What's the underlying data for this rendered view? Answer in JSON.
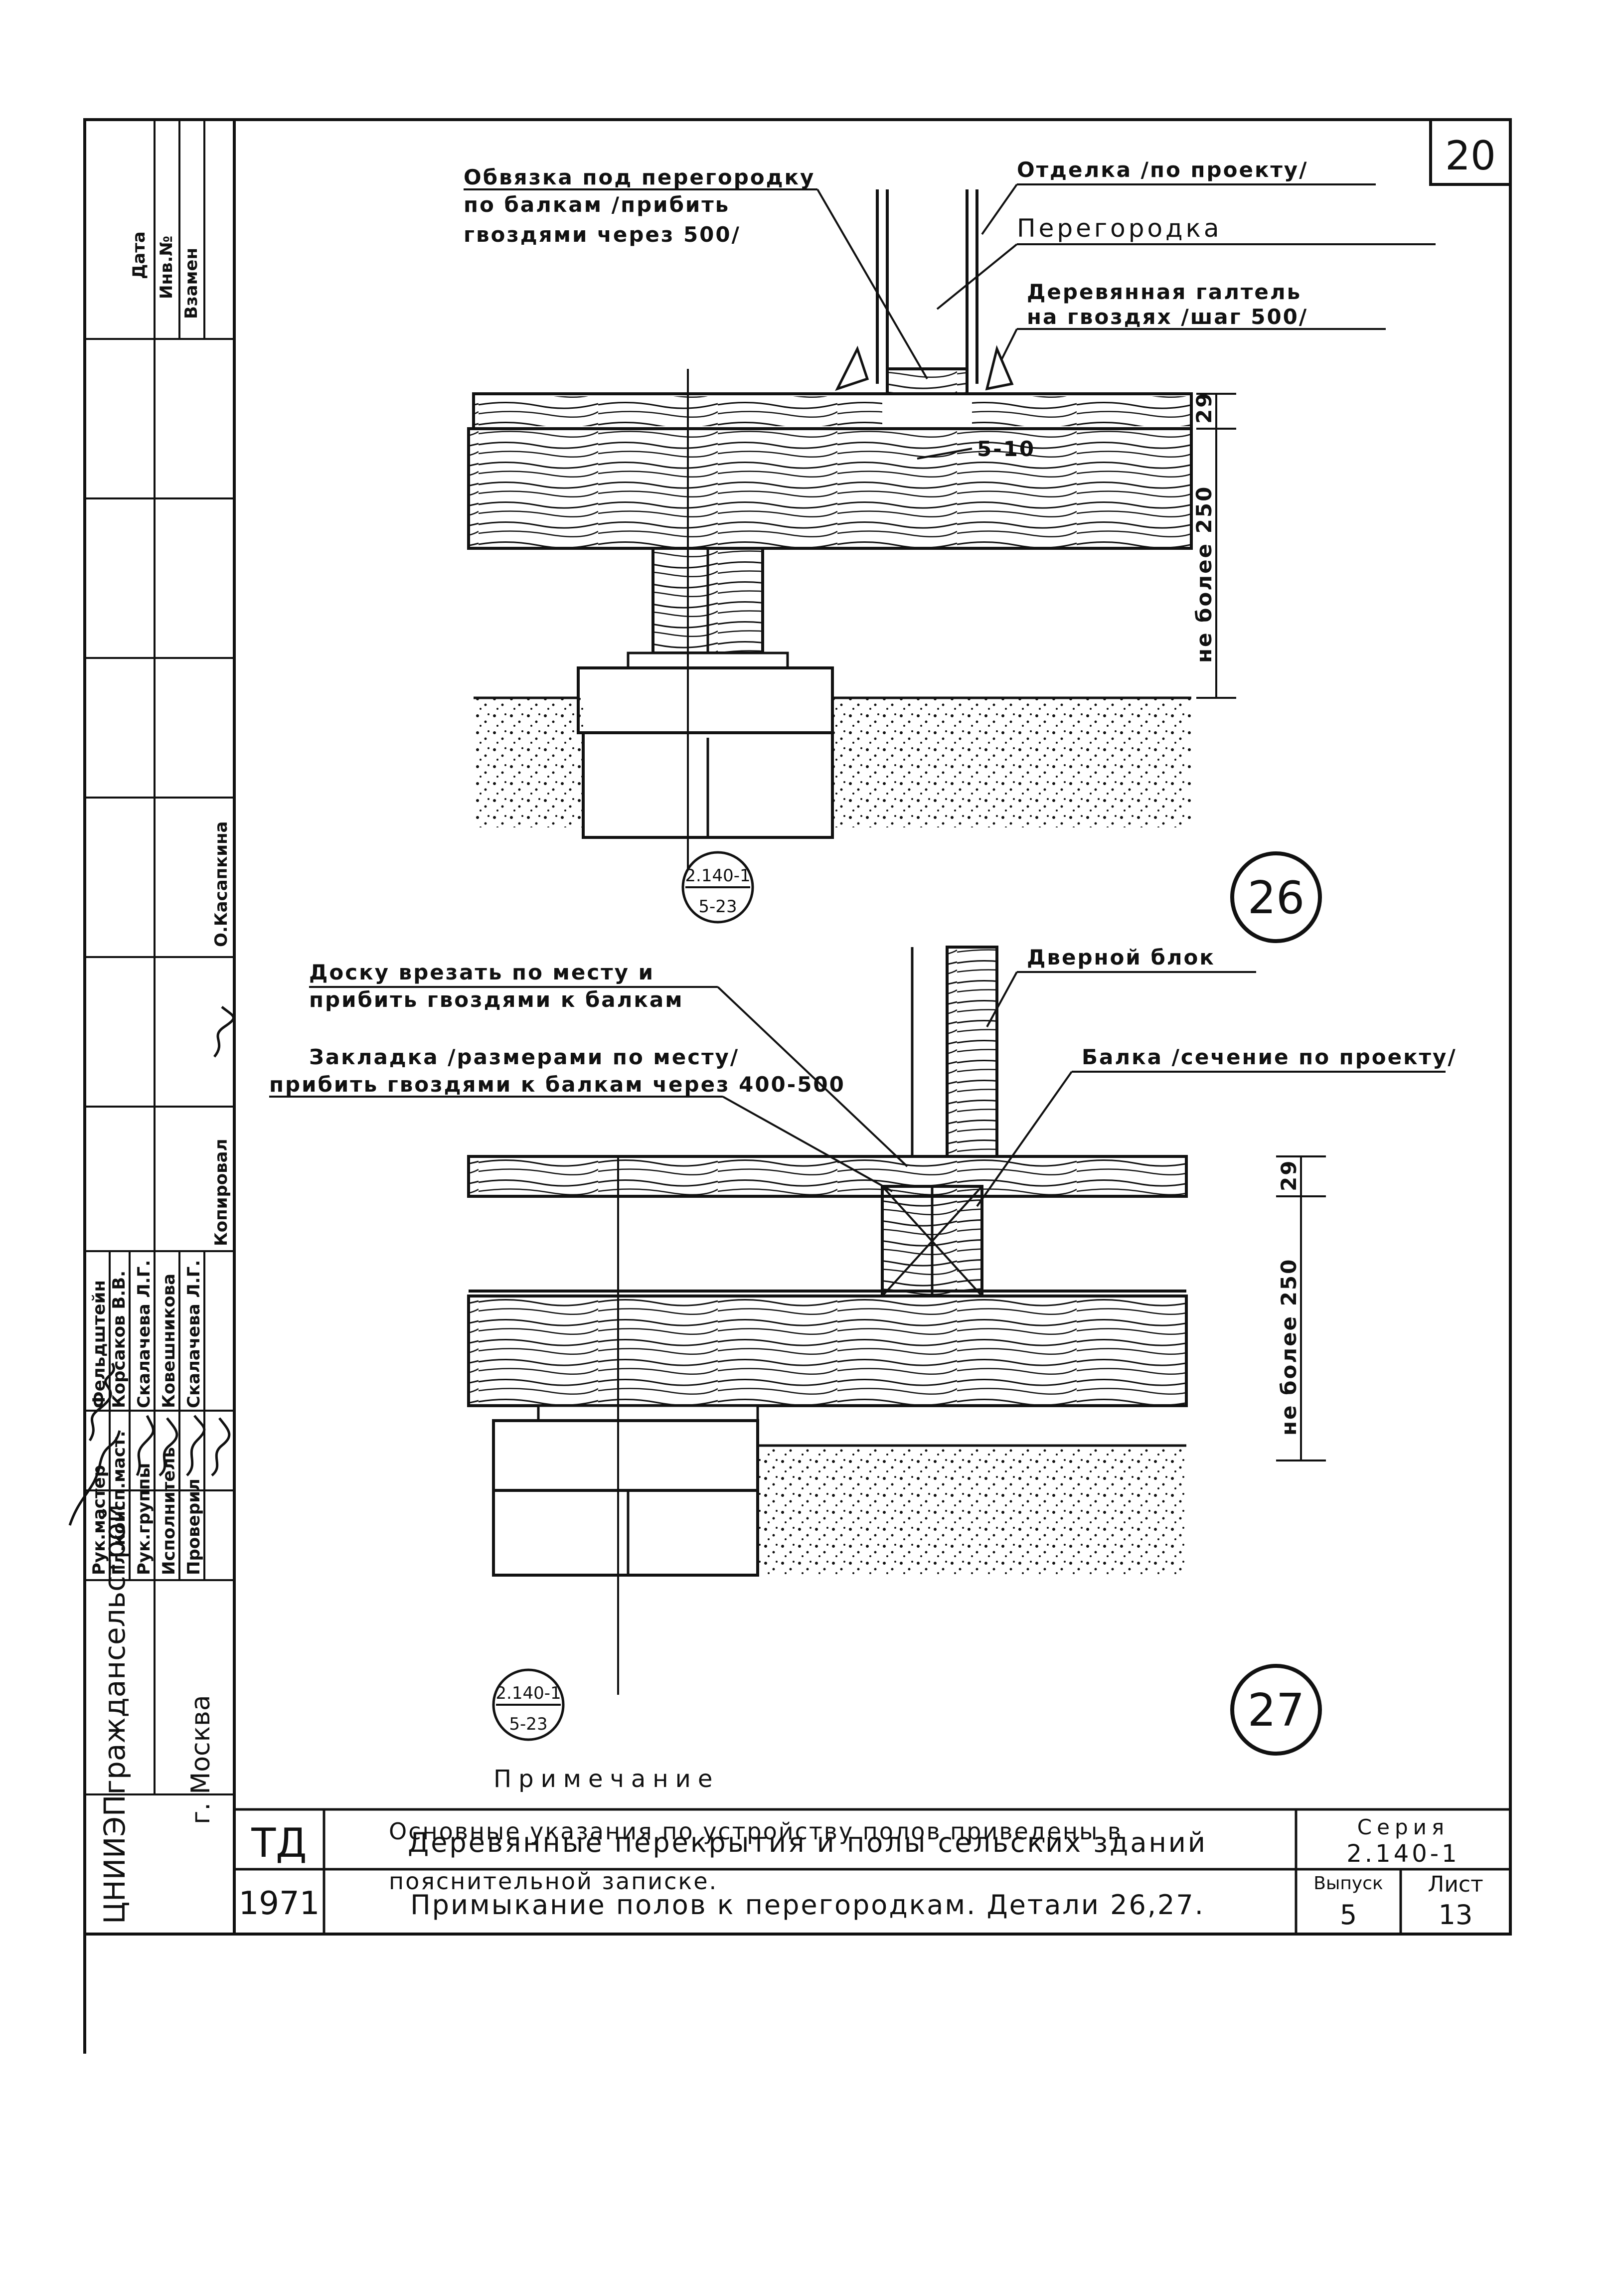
{
  "sheet_number": "20",
  "detail_26": {
    "marker": "26",
    "labels": {
      "strapping_1": "Обвязка под перегородку",
      "strapping_2": "по балкам /прибить",
      "strapping_3": "гвоздями через 500/",
      "finish": "Отделка /по проекту/",
      "partition": "Перегородка",
      "molding_1": "Деревянная галтель",
      "molding_2": "на гвоздях /шаг 500/",
      "gap": "5-10",
      "dim_top": "29",
      "dim_height": "не более 250"
    },
    "reference": {
      "top": "2.140-1",
      "bottom": "5-23"
    }
  },
  "detail_27": {
    "marker": "27",
    "labels": {
      "board_1": "Доску врезать по месту и",
      "board_2": "прибить гвоздями к балкам",
      "insert_1": "Закладка /размерами по месту/",
      "insert_2": "прибить гвоздями к балкам через 400-500",
      "door_block": "Дверной блок",
      "beam": "Балка /сечение по проекту/",
      "dim_top": "29",
      "dim_height": "не более 250"
    },
    "reference": {
      "top": "2.140-1",
      "bottom": "5-23"
    }
  },
  "note": {
    "title": "Примечание",
    "line_1": "Основные указания по устройству полов приведены в",
    "line_2": "пояснительной записке."
  },
  "side_stamp": {
    "top_headers": [
      "Дата",
      "Инв.№",
      "Взамен"
    ],
    "copied_label": "Копировал",
    "copied_name": "О.Касапкина",
    "roles": [
      "Рук.мастер",
      "Гл.консп.маст.",
      "Рук.группы",
      "Исполнитель",
      "Проверил"
    ],
    "names": [
      "Фельдштейн",
      "Корсаков В.В.",
      "Скалачева Л.Г.",
      "Ковешникова",
      "Скалачева Л.Г."
    ],
    "organization": "ЦНИИЭПграждансельстрой",
    "city": "г. Москва"
  },
  "title_block": {
    "stage": "ТД",
    "year": "1971",
    "title": "Деревянные перекрытия и полы сельских зданий",
    "subtitle": "Примыкание полов к перегородкам. Детали 26,27.",
    "series_label": "Серия",
    "series_value": "2.140-1",
    "issue_label": "Выпуск",
    "issue_value": "5",
    "sheet_label": "Лист",
    "sheet_value": "13"
  }
}
